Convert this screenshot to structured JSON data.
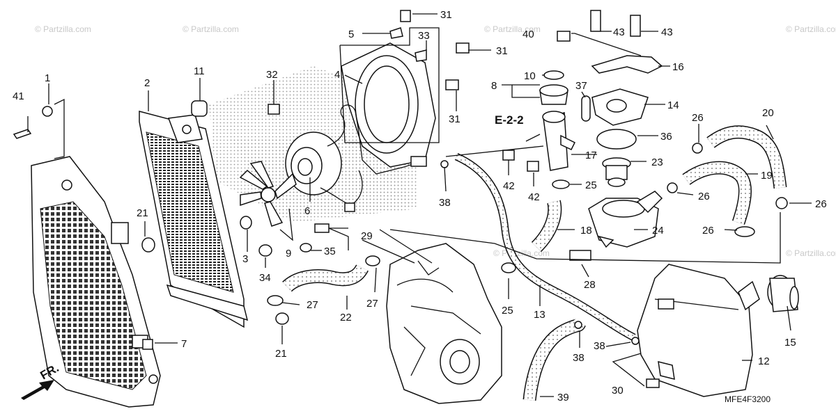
{
  "watermark": "© Partzilla.com",
  "diagram_code": "MFE4F3200",
  "section_ref": "E-2-2",
  "front_marker": "FR.",
  "callouts": {
    "c41": "41",
    "c1": "1",
    "c2": "2",
    "c11": "11",
    "c32": "32",
    "c4": "4",
    "c5": "5",
    "c31a": "31",
    "c33": "33",
    "c31b": "31",
    "c31c": "31",
    "c40": "40",
    "c43a": "43",
    "c43b": "43",
    "c16": "16",
    "c10": "10",
    "c8": "8",
    "c37": "37",
    "c14": "14",
    "c36": "36",
    "c26a": "26",
    "c20": "20",
    "c17": "17",
    "c23": "23",
    "c42a": "42",
    "c42b": "42",
    "c25a": "25",
    "c19": "19",
    "c26b": "26",
    "c26c": "26",
    "c38a": "38",
    "c6": "6",
    "c9": "9",
    "c29": "29",
    "c35": "35",
    "c3": "3",
    "c21a": "21",
    "c34": "34",
    "c18": "18",
    "c24": "24",
    "c26d": "26",
    "c28": "28",
    "c22": "22",
    "c27a": "27",
    "c27b": "27",
    "c25b": "25",
    "c13": "13",
    "c15": "15",
    "c7": "7",
    "c21b": "21",
    "c38b": "38",
    "c38c": "38",
    "c12": "12",
    "c30": "30",
    "c39": "39"
  }
}
